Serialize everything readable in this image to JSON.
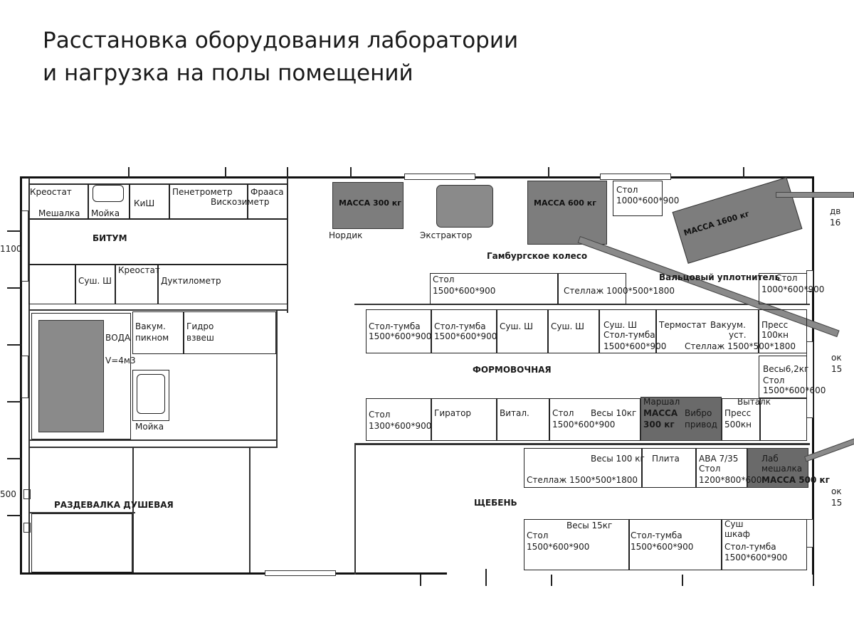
{
  "title": {
    "line1": "Расстановка оборудования лаборатории",
    "line2": "и нагрузка на полы помещений"
  },
  "rooms": {
    "bitum": "БИТУМ",
    "formovochnaya": "ФОРМОВОЧНАЯ",
    "shcheben": "ЩЕБЕНЬ",
    "razdevalka": "РАЗДЕВАЛКА ДУШЕВАЯ",
    "hamburg": "Гамбургское колесо"
  },
  "masses": {
    "m300": "МАССА 300 кг",
    "m600": "МАССА 600 кг",
    "m1600": "МАССА 1600 кг",
    "m300b_line1": "МАССА",
    "m300b_line2": "300 кг",
    "m500": "МАССА 500 кг"
  },
  "labels": {
    "kreostat": "Креостат",
    "meshalka": "Мешалка",
    "moyka1": "Мойка",
    "kish": "КиШ",
    "penetrometr": "Пенетрометр",
    "viskozimetr": "Вискозиметр",
    "fraasa": "Фрааса",
    "sush_sh1": "Суш. Ш",
    "kreostat2": "Креостат",
    "duktilometr": "Дуктилометр",
    "val_1100": "1100",
    "voda": "ВОДА",
    "v4": "V=4м3",
    "vakum1": "Вакум.",
    "piknom": "пикном",
    "gidro": "Гидро",
    "vzvesh": "взвеш",
    "moyka2": "Мойка",
    "nordik": "Нордик",
    "ekstraktor": "Экстрактор",
    "stol_top": "Стол",
    "stol_top_dim": "1000*600*900",
    "dv": "дв",
    "num16": "16",
    "stol_a": "Стол",
    "stol_a_dim": "1500*600*900",
    "stellazh_1000": "Стеллаж 1000*500*1800",
    "valcov": "Вальцовый уплотнитель",
    "stol_r": "Стол",
    "stol_r_dim": "1000*600*900",
    "st_tumba1": "Стол-тумба",
    "st_tumba1_dim": "1500*600*900",
    "st_tumba2": "Стол-тумба",
    "st_tumba2_dim": "1500*600*900",
    "sush_sh2": "Суш. Ш",
    "sush_sh3": "Суш. Ш",
    "sush_sh4": "Суш. Ш",
    "st_tumba3": "Стол-тумба",
    "st_tumba3_dim": "1500*600*900",
    "termostat": "Термостат",
    "vakuum": "Вакуум.",
    "ust": "уст.",
    "stellazh_1500": "Стеллаж 1500*500*1800",
    "press100": "Пресс",
    "press100_v": "100кн",
    "ok1": "ок",
    "num15a": "15",
    "vesy62": "Весы6,2кг",
    "stol_v": "Стол",
    "stol_v_dim": "1500*600*600",
    "stol_1300": "Стол",
    "stol_1300_dim": "1300*600*900",
    "girator": "Гиратор",
    "vytal": "Витал.",
    "stol_b": "Стол",
    "stol_b_dim": "1500*600*900",
    "vesy10": "Весы 10кг",
    "marshal": "Маршал",
    "vibro": "Вибро",
    "privod": "привод",
    "vytalk": "Выталк",
    "press500": "Пресс",
    "press500_v": "500кн",
    "vesy100": "Весы 100 кг",
    "plita": "Плита",
    "ava": "АВА 7/35",
    "stol_c": "Стол",
    "stol_c_dim": "1200*800*600",
    "lab": "Лаб",
    "meshalka2": "мешалка",
    "stellazh_1500b": "Стеллаж 1500*500*1800",
    "ok2": "ок",
    "num15b": "15",
    "val_500": "500",
    "vesy15": "Весы 15кг",
    "stol_d": "Стол",
    "stol_d_dim": "1500*600*900",
    "st_tumba4": "Стол-тумба",
    "st_tumba4_dim": "1500*600*900",
    "sush": "Суш",
    "shkaf": "шкаф",
    "st_tumba5": "Стол-тумба",
    "st_tumba5_dim": "1500*600*900"
  }
}
